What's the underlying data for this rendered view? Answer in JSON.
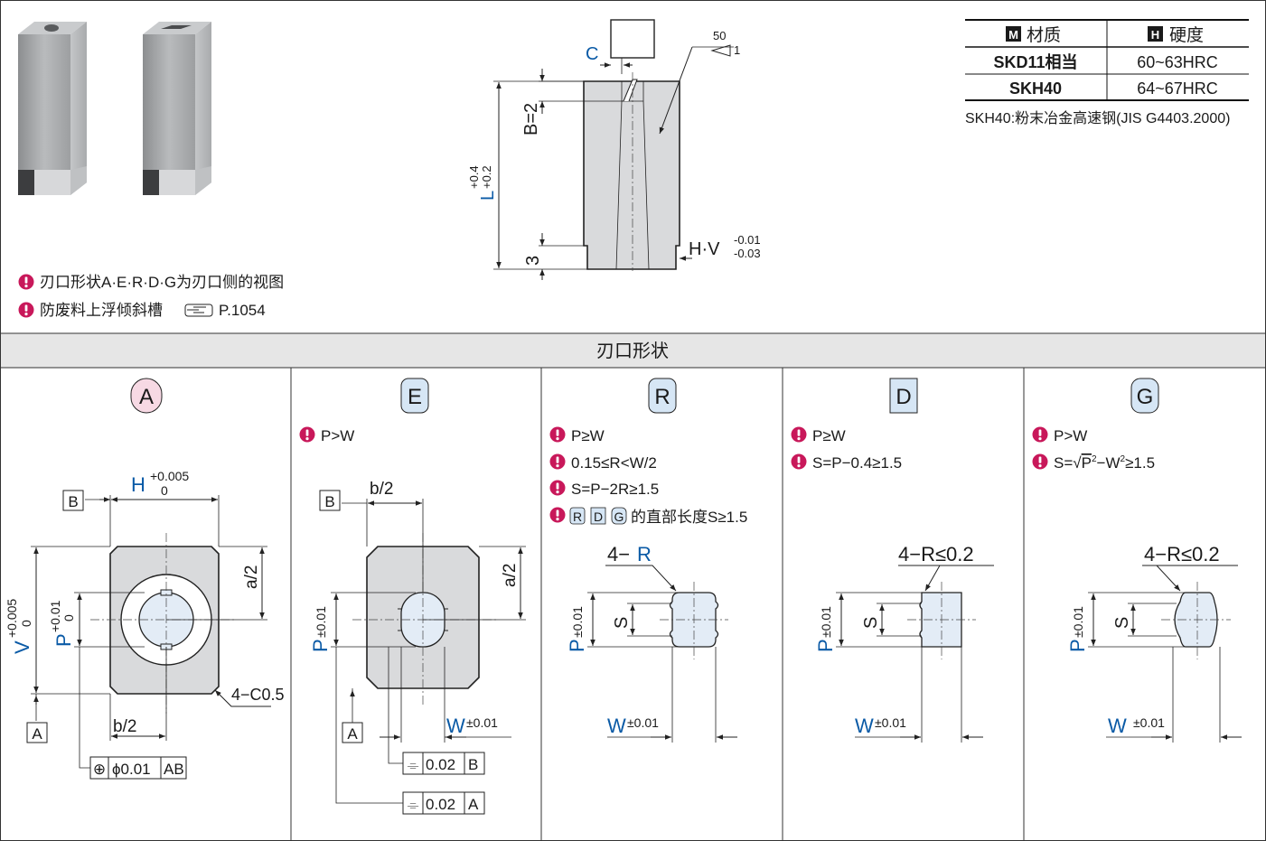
{
  "notes_top": [
    "刃口形状A·E·R·D·G为刃口侧的视图",
    "防废料上浮倾斜槽"
  ],
  "page_ref": "P.1054",
  "material_table": {
    "header_material_tag": "M",
    "header_material": "材质",
    "header_hardness_tag": "H",
    "header_hardness": "硬度",
    "rows": [
      {
        "material": "SKD11相当",
        "hardness": "60~63HRC"
      },
      {
        "material": "SKH40",
        "hardness": "64~67HRC"
      }
    ],
    "footnote": "SKH40:粉末冶金高速钢(JIS G4403.2000)"
  },
  "side_view": {
    "c_label": "C",
    "b_label": "B=2",
    "l_label": "L",
    "l_tol_upper": "+0.4",
    "l_tol_lower": "+0.2",
    "three_label": "3",
    "taper_top": "50",
    "taper_bottom": "1",
    "hv_label": "H·V",
    "hv_tol_upper": "-0.01",
    "hv_tol_lower": "-0.03"
  },
  "section_title": "刃口形状",
  "shapes": [
    {
      "letter": "A",
      "notes": [],
      "labels": {
        "h": "H",
        "h_tol_upper": "+0.005",
        "h_tol_lower": "0",
        "v": "V",
        "v_tol_upper": "+0.005",
        "v_tol_lower": "0",
        "p": "P",
        "p_tol_upper": "+0.01",
        "p_tol_lower": "0",
        "a2": "a/2",
        "b2": "b/2",
        "chamfer": "4−C0.5",
        "datum_b": "B",
        "datum_a": "A",
        "fcf_symbol": "⊕",
        "fcf_value": "ϕ0.01",
        "fcf_ref": "AB"
      }
    },
    {
      "letter": "E",
      "notes": [
        "P>W"
      ],
      "labels": {
        "b2": "b/2",
        "a2": "a/2",
        "p": "P",
        "p_tol": "±0.01",
        "w": "W",
        "w_tol": "±0.01",
        "datum_b": "B",
        "datum_a": "A",
        "fcf1_symbol": "⌯",
        "fcf1_value": "0.02",
        "fcf1_ref": "B",
        "fcf2_symbol": "⌯",
        "fcf2_value": "0.02",
        "fcf2_ref": "A"
      }
    },
    {
      "letter": "R",
      "notes": [
        "P≥W",
        "0.15≤R<W/2",
        "S=P−2R≥1.5"
      ],
      "extra_note_tags": [
        "R",
        "D",
        "G"
      ],
      "extra_note_text": "的直部长度S≥1.5",
      "labels": {
        "r_count": "4−",
        "r": "R",
        "s": "S",
        "p": "P",
        "p_tol": "±0.01",
        "w": "W",
        "w_tol": "±0.01"
      }
    },
    {
      "letter": "D",
      "notes": [
        "P≥W",
        "S=P−0.4≥1.5"
      ],
      "labels": {
        "r_note": "4−R≤0.2",
        "s": "S",
        "p": "P",
        "p_tol": "±0.01",
        "w": "W",
        "w_tol": "±0.01"
      }
    },
    {
      "letter": "G",
      "notes": [
        "P>W"
      ],
      "formula": {
        "prefix": "S=√",
        "p": "P",
        "minus": "−",
        "w": "W",
        "sup": "2",
        "suffix": "≥1.5"
      },
      "labels": {
        "r_note": "4−R≤0.2",
        "s": "S",
        "p": "P",
        "p_tol": "±0.01",
        "w": "W",
        "w_tol": "±0.01"
      }
    }
  ],
  "colors": {
    "accent_blue": "#0a5aa6",
    "bullet_pink": "#c8185a",
    "badge_pink": "#f7d9e4",
    "badge_blue": "#d6e6f5"
  }
}
